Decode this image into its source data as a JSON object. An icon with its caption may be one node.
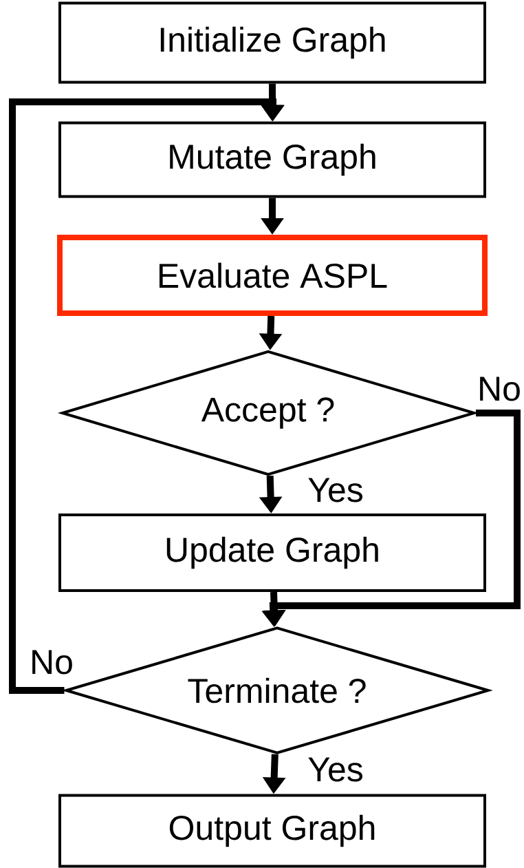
{
  "diagram": {
    "nodes": [
      {
        "text": [
          "Initialize Graph"
        ]
      },
      {
        "text": [
          "Mutate Graph"
        ]
      },
      {
        "text": [
          "Evaluate ASPL"
        ]
      },
      {
        "text": [
          "Accept ?"
        ]
      },
      {
        "text": [
          "Update Graph"
        ]
      },
      {
        "text": [
          "Terminate ?"
        ]
      },
      {
        "text": [
          "Output Graph"
        ]
      }
    ],
    "edges": [
      {
        "from": 0,
        "to": 1,
        "arrow": "to"
      },
      {
        "from": 1,
        "to": 2,
        "arrow": "to"
      },
      {
        "from": 2,
        "to": 3,
        "arrow": "to"
      },
      {
        "from": 3,
        "to": 4,
        "arrow": "to",
        "label": "Yes"
      },
      {
        "from": 3,
        "to": 5,
        "arrow": "to",
        "label": "No"
      },
      {
        "from": 4,
        "to": 5,
        "arrow": "to"
      },
      {
        "from": 5,
        "to": 6,
        "arrow": "to",
        "label": "Yes"
      },
      {
        "from": 5,
        "to": 1,
        "arrow": "to",
        "label": "No"
      }
    ]
  }
}
